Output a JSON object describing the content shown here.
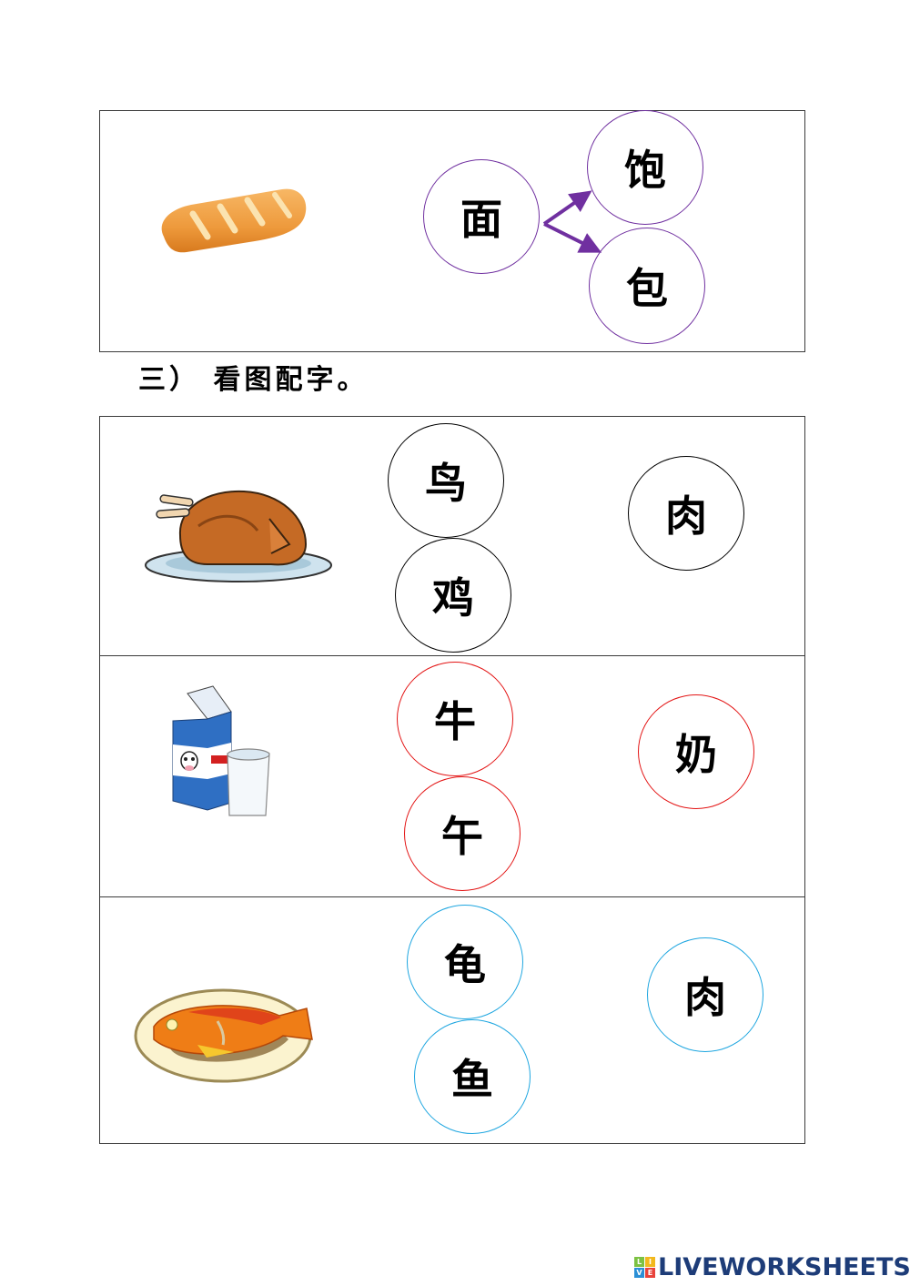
{
  "section_heading": "三） 看图配字。",
  "colors": {
    "purple": "#7030a0",
    "black": "#000000",
    "red": "#e31414",
    "blue": "#1ea6e0",
    "brand": "#1d3c78"
  },
  "exercises": [
    {
      "picture": "bread-icon",
      "color": "#7030a0",
      "source": "面",
      "options": [
        "饱",
        "包"
      ],
      "direction": "one-to-many"
    },
    {
      "picture": "roast-chicken-icon",
      "color": "#000000",
      "options": [
        "鸟",
        "鸡"
      ],
      "target": "肉",
      "direction": "many-to-one"
    },
    {
      "picture": "milk-carton-and-glass-icon",
      "color": "#e31414",
      "options": [
        "牛",
        "午"
      ],
      "target": "奶",
      "direction": "many-to-one"
    },
    {
      "picture": "fish-on-plate-icon",
      "color": "#1ea6e0",
      "options": [
        "龟",
        "鱼"
      ],
      "target": "肉",
      "direction": "many-to-one"
    }
  ],
  "footer": {
    "logo_tiles": [
      "L",
      "I",
      "V",
      "E"
    ],
    "logo_tile_colors": [
      "#7cc242",
      "#f2b81d",
      "#2b8fd6",
      "#e8433b"
    ],
    "brand_text": "LIVEWORKSHEETS"
  }
}
